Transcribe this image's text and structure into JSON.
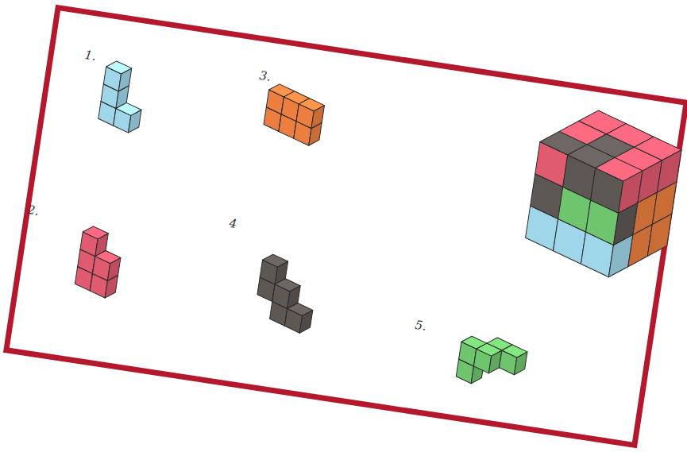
{
  "diagram": {
    "labels": [
      "1.",
      "3.",
      "2.",
      "4",
      "5."
    ]
  }
}
